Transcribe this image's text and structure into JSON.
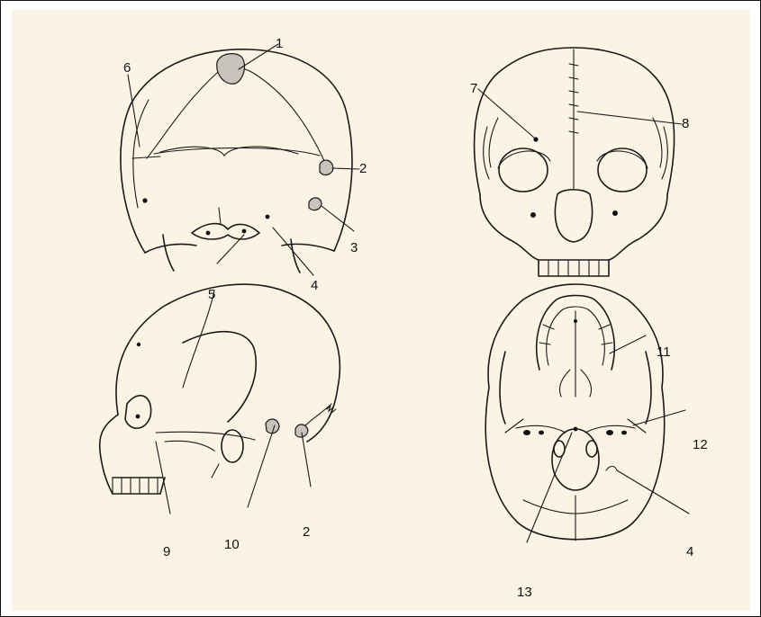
{
  "diagram": {
    "labels": [
      "1",
      "2",
      "3",
      "4",
      "5",
      "6",
      "7",
      "8",
      "9",
      "10",
      "2",
      "11",
      "12",
      "4",
      "13"
    ]
  },
  "colors": {
    "background": "#fbf4e4",
    "ink": "#1a1a1a",
    "border": "#111111"
  }
}
